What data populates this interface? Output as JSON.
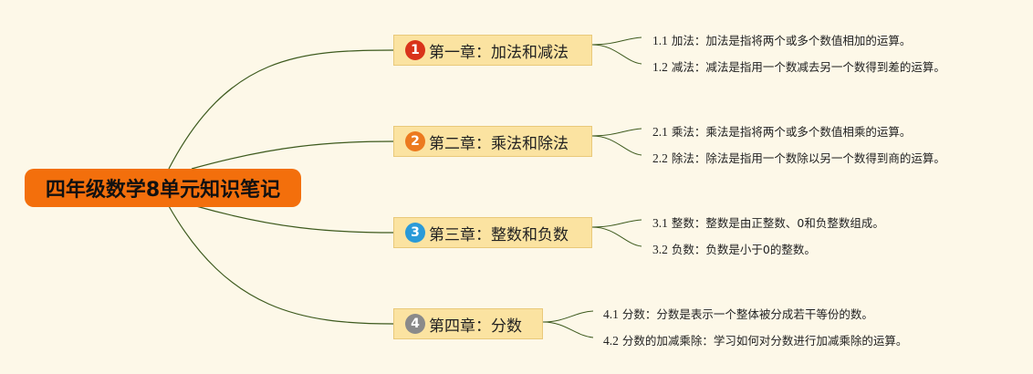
{
  "root": {
    "title": "四年级数学8单元知识笔记"
  },
  "colors": {
    "root": "#f36f0c",
    "chapter_bg": "#fbe3a1",
    "line": "#3d5a1e"
  },
  "chapters": [
    {
      "number": "1",
      "title": "第一章：加法和减法",
      "badge_color": "#d9331a",
      "points": [
        {
          "num": "1.1",
          "text": "加法：加法是指将两个或多个数值相加的运算。"
        },
        {
          "num": "1.2",
          "text": "减法：减法是指用一个数减去另一个数得到差的运算。"
        }
      ]
    },
    {
      "number": "2",
      "title": "第二章：乘法和除法",
      "badge_color": "#ec7a1f",
      "points": [
        {
          "num": "2.1",
          "text": "乘法：乘法是指将两个或多个数值相乘的运算。"
        },
        {
          "num": "2.2",
          "text": "除法：除法是指用一个数除以另一个数得到商的运算。"
        }
      ]
    },
    {
      "number": "3",
      "title": "第三章：整数和负数",
      "badge_color": "#2a9ad8",
      "points": [
        {
          "num": "3.1",
          "text": "整数：整数是由正整数、0和负整数组成。"
        },
        {
          "num": "3.2",
          "text": "负数：负数是小于0的整数。"
        }
      ]
    },
    {
      "number": "4",
      "title": "第四章：分数",
      "badge_color": "#8a8a8a",
      "points": [
        {
          "num": "4.1",
          "text": "分数：分数是表示一个整体被分成若干等份的数。"
        },
        {
          "num": "4.2",
          "text": "分数的加减乘除：学习如何对分数进行加减乘除的运算。"
        }
      ]
    }
  ]
}
